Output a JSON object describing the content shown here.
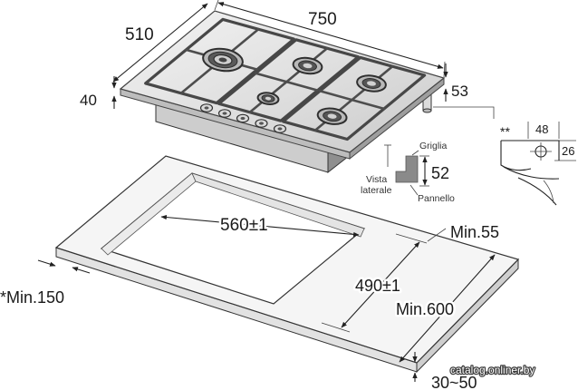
{
  "hob": {
    "depth_label": "510",
    "width_label": "750",
    "thickness_label": "40",
    "height_label": "53"
  },
  "detail": {
    "marker": "**",
    "width_label": "48",
    "height_label": "26"
  },
  "side_view": {
    "grid_label": "Griglia",
    "title_line1": "Vista",
    "title_line2": "laterale",
    "height_label": "52",
    "panel_label": "Pannello"
  },
  "cutout": {
    "width_label": "560±1",
    "depth_label": "490±1"
  },
  "countertop": {
    "back_clearance_label": "Min.55",
    "depth_label": "Min.600",
    "front_clearance_label": "*Min.150",
    "thickness_label": "30~50"
  },
  "watermark": "catalog.onliner.by"
}
